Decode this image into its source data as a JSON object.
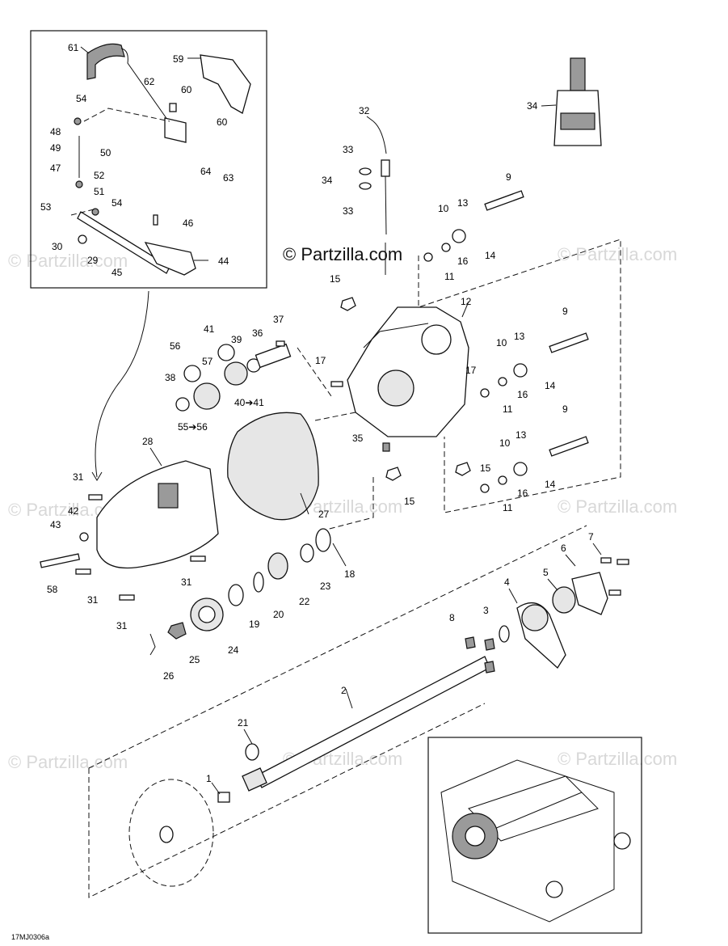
{
  "watermark": "© Partzilla.com",
  "drawing_code": "17MJ0306a",
  "callouts": {
    "c1": "1",
    "c2": "2",
    "c3": "3",
    "c4": "4",
    "c5": "5",
    "c6": "6",
    "c7": "7",
    "c8": "8",
    "c9a": "9",
    "c9b": "9",
    "c9c": "9",
    "c10a": "10",
    "c10b": "10",
    "c10c": "10",
    "c11a": "11",
    "c11b": "11",
    "c11c": "11",
    "c12": "12",
    "c13a": "13",
    "c13b": "13",
    "c13c": "13",
    "c14a": "14",
    "c14b": "14",
    "c14c": "14",
    "c15a": "15",
    "c15b": "15",
    "c15c": "15",
    "c16a": "16",
    "c16b": "16",
    "c16c": "16",
    "c17a": "17",
    "c17b": "17",
    "c18": "18",
    "c19": "19",
    "c20": "20",
    "c21": "21",
    "c22": "22",
    "c23": "23",
    "c24": "24",
    "c25": "25",
    "c26": "26",
    "c27": "27",
    "c28": "28",
    "c29": "29",
    "c30": "30",
    "c31a": "31",
    "c31b": "31",
    "c31c": "31",
    "c31d": "31",
    "c32": "32",
    "c33a": "33",
    "c33b": "33",
    "c34a": "34",
    "c34b": "34",
    "c35": "35",
    "c36": "36",
    "c37": "37",
    "c38": "38",
    "c39": "39",
    "c40": "40➔41",
    "c41": "41",
    "c42": "42",
    "c43": "43",
    "c44": "44",
    "c45": "45",
    "c46": "46",
    "c47": "47",
    "c48": "48",
    "c49": "49",
    "c50": "50",
    "c51": "51",
    "c52": "52",
    "c53": "53",
    "c54a": "54",
    "c54b": "54",
    "c55": "55➔56",
    "c56": "56",
    "c57": "57",
    "c58": "58",
    "c59": "59",
    "c60a": "60",
    "c60b": "60",
    "c61": "61",
    "c62": "62",
    "c63": "63",
    "c64": "64"
  }
}
